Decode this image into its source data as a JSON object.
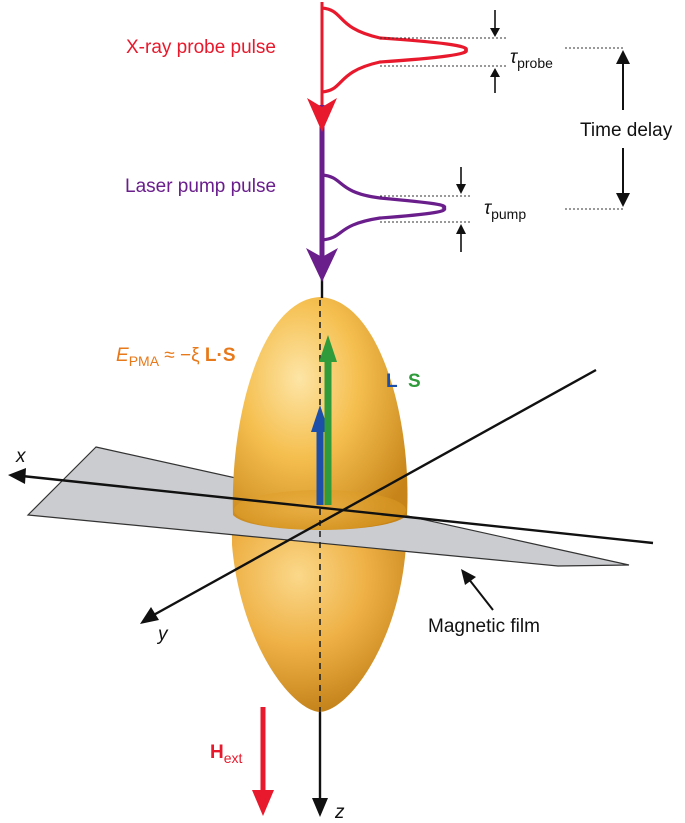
{
  "labels": {
    "probe_pulse": "X-ray probe pulse",
    "pump_pulse": "Laser pump pulse",
    "time_delay": "Time delay",
    "tau_probe_symbol": "τ",
    "tau_probe_sub": "probe",
    "tau_pump_symbol": "τ",
    "tau_pump_sub": "pump",
    "energy_E": "E",
    "energy_sub": "PMA",
    "energy_rest": " ≈ −ξ ",
    "energy_LS": "L·S",
    "L": "L",
    "S": "S",
    "axis_x": "x",
    "axis_y": "y",
    "axis_z": "z",
    "magnetic_film": "Magnetic film",
    "hext_H": "H",
    "hext_sub": "ext"
  },
  "colors": {
    "probe": "#e8192c",
    "pump": "#6a1e8c",
    "ellipsoid_light": "#f9d27a",
    "ellipsoid_dark": "#c98a1c",
    "film": "#c8c9cc",
    "L_vector": "#1e4fa8",
    "S_vector": "#2f9b3a",
    "energy_text": "#e8791a",
    "hext": "#e8192c"
  }
}
